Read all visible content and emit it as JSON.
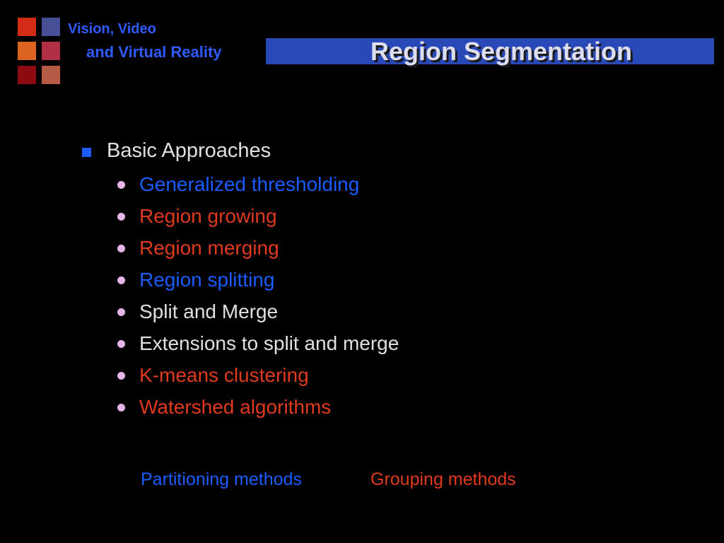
{
  "branding": {
    "line1": "Vision, Video",
    "line2": "and Virtual Reality",
    "color": "#2f5bff",
    "logo_colors": [
      "#d42b17",
      "#474f96",
      "#dd6420",
      "#b02f45",
      "#8b0b10",
      "#b55a45"
    ]
  },
  "title": "Region Segmentation",
  "content": {
    "heading": "Basic Approaches",
    "items": [
      {
        "text": "Generalized thresholding",
        "color": "#1a5cff"
      },
      {
        "text": "Region growing",
        "color": "#e03a1e"
      },
      {
        "text": "Region merging",
        "color": "#e03a1e"
      },
      {
        "text": "Region splitting",
        "color": "#1a5cff"
      },
      {
        "text": "Split and Merge",
        "color": "#e0e0e0"
      },
      {
        "text": "Extensions to split and merge",
        "color": "#e0e0e0"
      },
      {
        "text": "K-means clustering",
        "color": "#e03a1e"
      },
      {
        "text": "Watershed algorithms",
        "color": "#e03a1e"
      }
    ]
  },
  "legend": {
    "partitioning": "Partitioning methods",
    "partitioning_color": "#1a5cff",
    "grouping": "Grouping methods",
    "grouping_color": "#e03a1e"
  },
  "colors": {
    "background": "#000000",
    "header_bar": "#2a49b8",
    "title_text": "#ddddf0",
    "bullet_square": "#1a5cff",
    "bullet_dot": "#e6b4e6"
  }
}
